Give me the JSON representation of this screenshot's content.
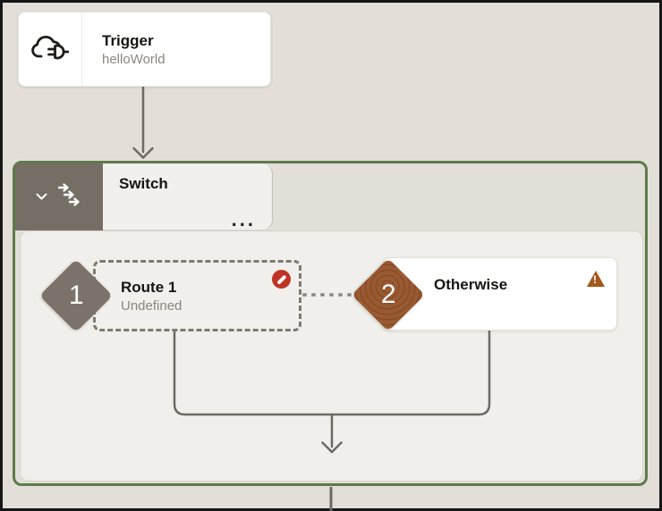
{
  "canvas": {
    "background": "#e3dfd8",
    "frame_border": "#161616"
  },
  "trigger_node": {
    "title": "Trigger",
    "subtitle": "helloWorld",
    "icon": "cloud-plug-icon"
  },
  "switch_scope": {
    "title": "Switch",
    "menu_label": "...",
    "icons": [
      "chevron-down-icon",
      "cascade-arrows-icon"
    ],
    "colors": {
      "border": "#5d7b4a",
      "header_block": "#756e65",
      "body": "#f0efeb"
    }
  },
  "routes": [
    {
      "number": "1",
      "title": "Route 1",
      "subtitle": "Undefined",
      "status": "error",
      "status_icon": "slash-circle-icon",
      "diamond_color": "#7b7269",
      "status_color": "#bf3326"
    },
    {
      "number": "2",
      "title": "Otherwise",
      "status": "warning",
      "status_icon": "triangle-exclamation-icon",
      "diamond_color": "#9a5a31",
      "status_color": "#a3581c"
    }
  ]
}
